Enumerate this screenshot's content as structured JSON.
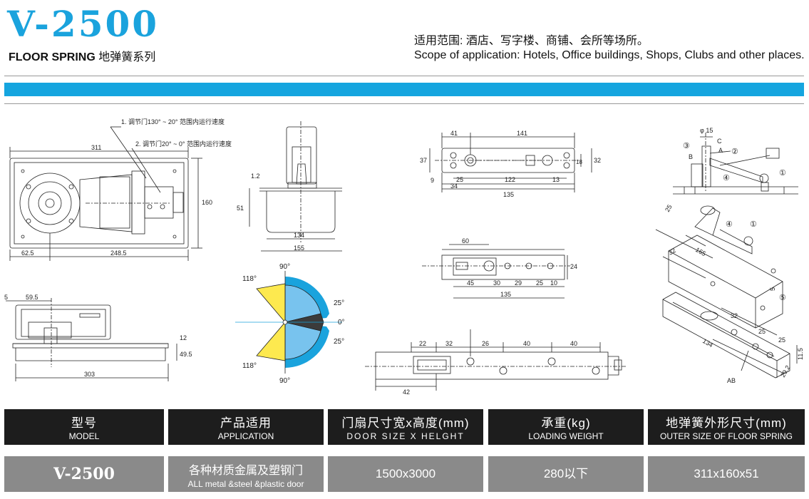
{
  "header": {
    "model": "V-2500",
    "subtitle_en": "FLOOR SPRING",
    "subtitle_zh": "地弹簧系列",
    "scope_zh": "适用范围: 酒店、写字楼、商铺、会所等场所。",
    "scope_en": "Scope of application: Hotels, Office buildings, Shops, Clubs and other places."
  },
  "notes": {
    "note1": "1. 调节门130° ~ 20° 范围内运行速度",
    "note2": "2. 调节门20° ~ 0° 范围内运行速度"
  },
  "dims": {
    "d311": "311",
    "d160": "160",
    "d62_5": "62.5",
    "d248_5": "248.5",
    "d5": "5",
    "d59_5": "59.5",
    "d12": "12",
    "d49_5": "49.5",
    "d303": "303",
    "d1_2": "1.2",
    "d51": "51",
    "d134": "134",
    "d155": "155",
    "a90": "90°",
    "a118": "118°",
    "a25": "25°",
    "a0": "0°",
    "t41": "41",
    "t141": "141",
    "t37": "37",
    "t18": "18",
    "t32": "32",
    "t9": "9",
    "t25": "25",
    "t122": "122",
    "t13": "13",
    "t34": "34",
    "t135": "135",
    "m60": "60",
    "m24": "24",
    "m45": "45",
    "m30": "30",
    "m29": "29",
    "m25": "25",
    "m10": "10",
    "m135": "135",
    "b22": "22",
    "b32": "32",
    "b26": "26",
    "b40a": "40",
    "b40b": "40",
    "b42": "42",
    "phi15": "φ 15",
    "c3": "③",
    "c2": "②",
    "c4": "④",
    "c1": "①",
    "c5": "⑤",
    "lA": "A",
    "lB": "B",
    "lC": "C",
    "lAB": "AB",
    "i25": "25",
    "i32": "32",
    "i165": "165",
    "i5": "5",
    "j32": "32",
    "j25a": "25",
    "j25b": "25",
    "j134": "134",
    "j11_5": "11.5",
    "j29_2": "29.2"
  },
  "table": {
    "headers": [
      {
        "zh": "型号",
        "en": "MODEL"
      },
      {
        "zh": "产品适用",
        "en": "APPLICATION"
      },
      {
        "zh": "门扇尺寸宽x高度(mm)",
        "en": "DOOR SIZE X HELGHT"
      },
      {
        "zh": "承重(kg)",
        "en": "LOADING WEIGHT"
      },
      {
        "zh": "地弹簧外形尺寸(mm)",
        "en": "OUTER SIZE OF FLOOR SPRING"
      }
    ],
    "row": {
      "model": "V-2500",
      "application_zh": "各种材质金属及塑钢门",
      "application_en": "ALL metal &steel &plastic door",
      "door_size": "1500x3000",
      "loading": "280以下",
      "outer_size": "311x160x51"
    }
  },
  "colors": {
    "accent": "#1aa3dd",
    "yellow": "#fde94f",
    "sky": "#78c3ee",
    "dark": "#3b3b3b",
    "header_bg": "#1d1d1d",
    "row_bg": "#8a8a8a"
  }
}
